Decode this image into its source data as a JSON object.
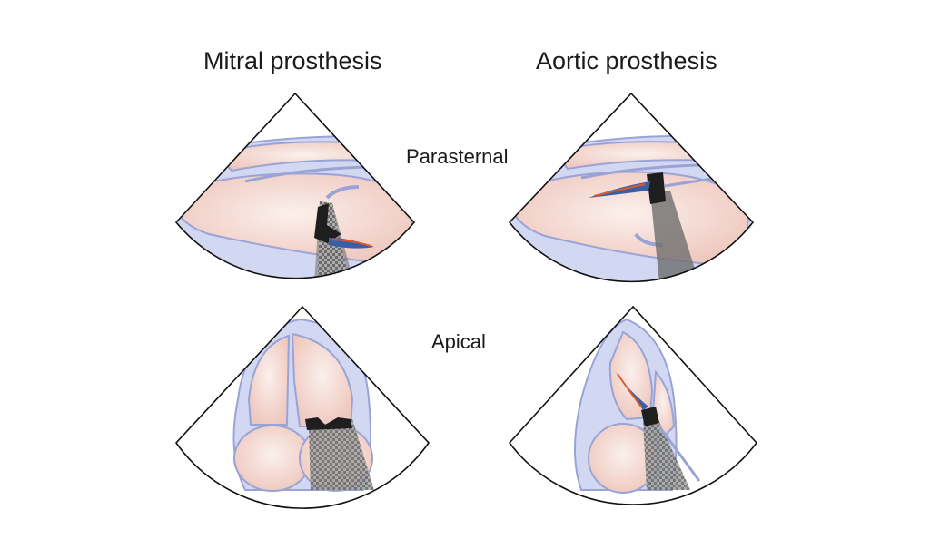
{
  "columns": {
    "mitral": "Mitral prosthesis",
    "aortic": "Aortic prosthesis"
  },
  "rows": {
    "parasternal": "Parasternal",
    "apical": "Apical"
  },
  "colors": {
    "chamber_fill": "#f2d3cb",
    "chamber_light": "#faecea",
    "wall_fill": "#d3d8f2",
    "wall_stroke": "#9aa3d6",
    "shadow": "#6e6e6e",
    "prosthesis": "#1e1e1e",
    "sector_stroke": "#111111"
  }
}
